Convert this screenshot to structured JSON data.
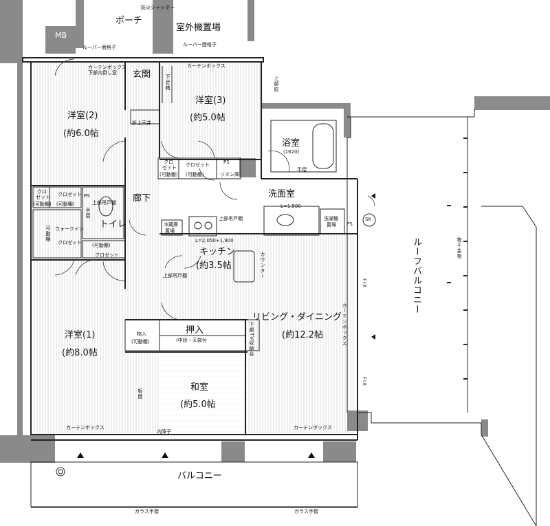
{
  "rooms": {
    "porch": "ポーチ",
    "outdoor_unit": "室外機置場",
    "mb": "MB",
    "entrance": "玄関",
    "western2_name": "洋室(2)",
    "western2_size": "(約6.0帖",
    "western3_name": "洋室(3)",
    "western3_size": "(約5.0帖",
    "bath_name": "浴室",
    "bath_size": "(1620)",
    "hallway": "廊下",
    "toilet": "トイレ",
    "washroom": "洗面室",
    "kitchen_name": "キッチン",
    "kitchen_size": "(約3.5帖",
    "living_name": "リビング・ダイニング",
    "living_size": "(約12.2帖",
    "western1_name": "洋室(1)",
    "western1_size": "(約8.0帖",
    "oshiire": "押入",
    "oshiire_sub": "(中段・天袋付",
    "japanese_name": "和室",
    "japanese_size": "(約5.0帖",
    "balcony": "バルコニー",
    "roof_balcony": "ルーフバルコニー"
  },
  "notes": {
    "fire_shutter": "防火シャッター",
    "louver_left": "ルーバー面格子",
    "louver_right": "ルーバー面格子",
    "curtain_box_w2": "カーテンボックス",
    "curtain_box_w2_sub": "下部内倒し窓",
    "curtain_box_w3": "カーテンボックス",
    "upper": "上部",
    "shoe": "下足箱",
    "ceiling": "折上天井",
    "roof_upper": "上部庇",
    "closet_w3a_1": "クロ",
    "closet_w3a_2": "ゼット",
    "closet_w3a_3": "(可動棚)",
    "closet_w3b_1": "クロゼット",
    "closet_w3b_2": "(可動棚)",
    "ps1": "PS",
    "linen": "リネン庫",
    "handrail_bath": "手摺",
    "closet_w2a_1": "クロ",
    "closet_w2a_2": "ゼット",
    "closet_w2a_3": "(可動棚)",
    "closet_w2b_1": "クロゼット",
    "closet_w2b_2": "(可動棚)",
    "ps2": "PS",
    "upper_cabinet_toilet": "上部吊戸棚",
    "handrail_toilet": "手摺",
    "walkin_1": "ウォークイン",
    "walkin_2": "クロゼット",
    "walkin_shelf": "可動棚",
    "movable_shelf": "(可動棚)",
    "closet_w1": "クロゼット",
    "dim_wash": "L=1,500",
    "washer_1": "洗濯機",
    "washer_2": "置場",
    "ps3": "PS",
    "sk": "SK",
    "fridge_1": "冷蔵庫",
    "fridge_2": "置場",
    "upper_cabinet_k": "上部吊戸棚",
    "dim_kitchen": "L=2,050+1,900",
    "counter": "カウンター",
    "upper_cabinet_k2": "上部吊戸棚",
    "fix1": "FIX",
    "fix2": "FIX",
    "curtain_box_v": "カーテンボックス",
    "drying": "物干金物",
    "storage_1": "物入",
    "storage_2": "(可動棚)",
    "tv_storage": "下部TV収納台",
    "plank": "板間",
    "inner_shoji": "内障子",
    "curtain_box_b1": "カーテンボックス",
    "curtain_box_b2": "カーテンボックス",
    "glass_rail_1": "ガラス手摺",
    "glass_rail_2": "ガラス手摺"
  },
  "colors": {
    "wall": "#8a8a8a",
    "line": "#222222",
    "floor": "#9a9a9a"
  }
}
